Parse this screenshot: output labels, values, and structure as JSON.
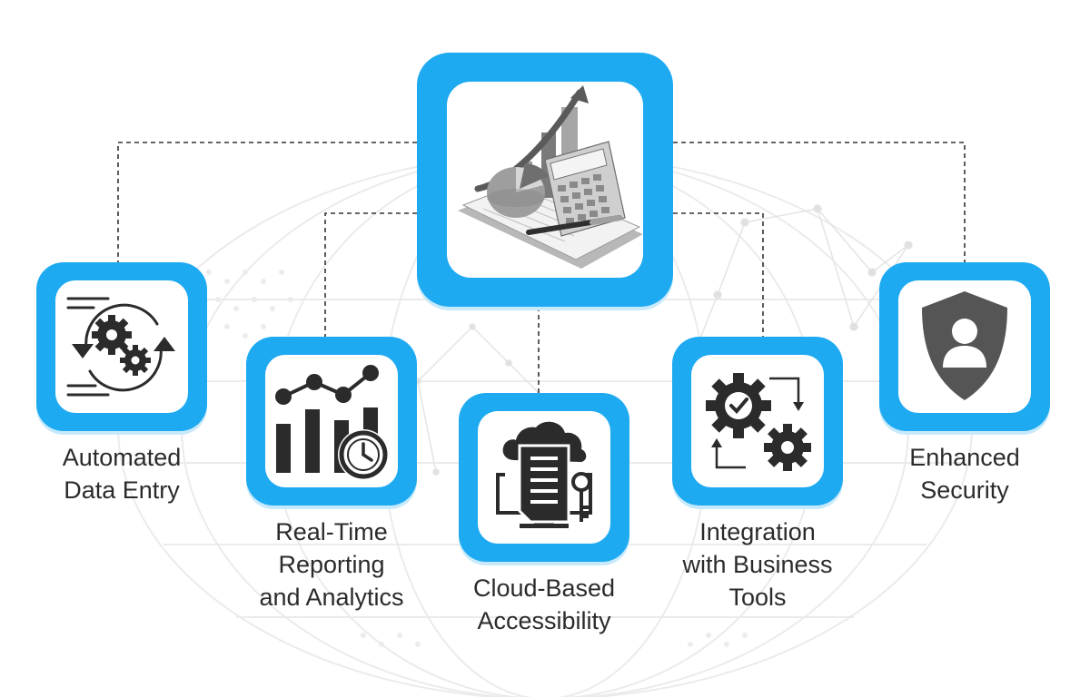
{
  "hub": {
    "icon": "accounting-calculator-chart-icon"
  },
  "features": [
    {
      "label": "Automated\nData Entry",
      "icon": "gears-cycle-icon"
    },
    {
      "label": "Real-Time\nReporting\nand Analytics",
      "icon": "chart-clock-icon"
    },
    {
      "label": "Cloud-Based\nAccessibility",
      "icon": "cloud-document-key-icon"
    },
    {
      "label": "Integration\nwith Business\nTools",
      "icon": "gears-arrows-icon"
    },
    {
      "label": "Enhanced\nSecurity",
      "icon": "shield-user-icon"
    }
  ],
  "colors": {
    "frame": "#1eaaf1",
    "icon": "#2b2b2b",
    "text": "#2b2b2b",
    "connector": "#333333",
    "background_art": "#e8e8e8"
  }
}
